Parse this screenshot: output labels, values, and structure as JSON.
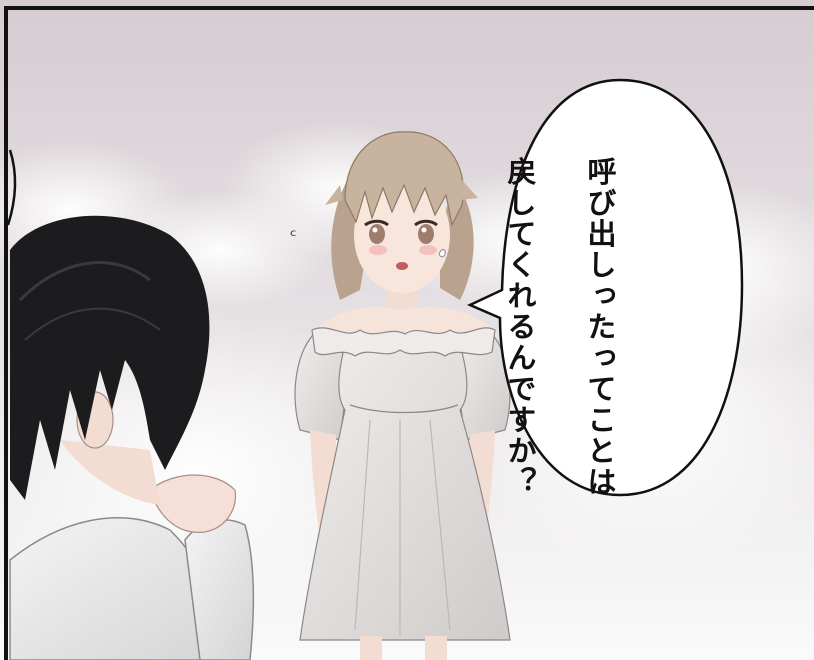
{
  "panel": {
    "speech_bubble": {
      "lines": [
        "呼び出しったってことは",
        "戻してくれるんですか？"
      ]
    },
    "sfx_mark": "ᶜ",
    "colors": {
      "sky": "#d9d1d6",
      "bubble_fill": "#ffffff",
      "hair_girl": "#c9b49f",
      "hair_boy": "#1c1c1e",
      "dress": "#e6e3e2",
      "skin": "#f6e3da",
      "frame": "#111111"
    }
  }
}
